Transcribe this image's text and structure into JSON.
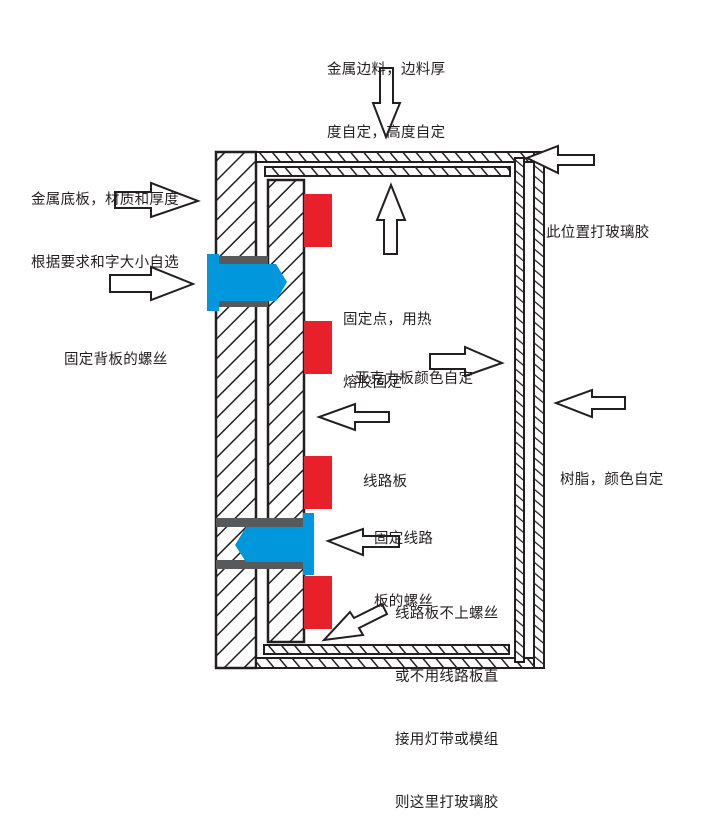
{
  "diagram": {
    "title": "LED sign cross-section structure",
    "colors": {
      "line": "#231f20",
      "led": "#e8202a",
      "screw": "#0097dc",
      "screw_hole": "#58595b",
      "background": "#ffffff"
    },
    "labels": {
      "top_edge": [
        "金属边料，边料厚",
        "度自定，高度自定"
      ],
      "base_plate": [
        "金属底板，材质和厚度",
        "根据要求和字大小自选"
      ],
      "back_screw": [
        "固定背板的螺丝"
      ],
      "glass_glue_top": [
        "此位置打玻璃胶"
      ],
      "hot_melt": [
        "固定点，用热",
        "熔胶固定"
      ],
      "acrylic": [
        "亚克力板颜色自定"
      ],
      "pcb": [
        "线路板"
      ],
      "resin": [
        "树脂，颜色自定"
      ],
      "pcb_screw": [
        "固定线路",
        "板的螺丝"
      ],
      "glass_glue_bottom": [
        "线路板不上螺丝",
        "或不用线路板直",
        "接用灯带或模组",
        "则这里打玻璃胶"
      ]
    },
    "components": [
      {
        "id": "metal-base-plate",
        "name": "金属底板"
      },
      {
        "id": "metal-edge",
        "name": "金属边料"
      },
      {
        "id": "circuit-board",
        "name": "线路板"
      },
      {
        "id": "acrylic-panel",
        "name": "亚克力板"
      },
      {
        "id": "resin-layer",
        "name": "树脂"
      },
      {
        "id": "led",
        "name": "LED",
        "count": 4
      },
      {
        "id": "screw",
        "name": "螺丝",
        "count": 2
      }
    ]
  }
}
